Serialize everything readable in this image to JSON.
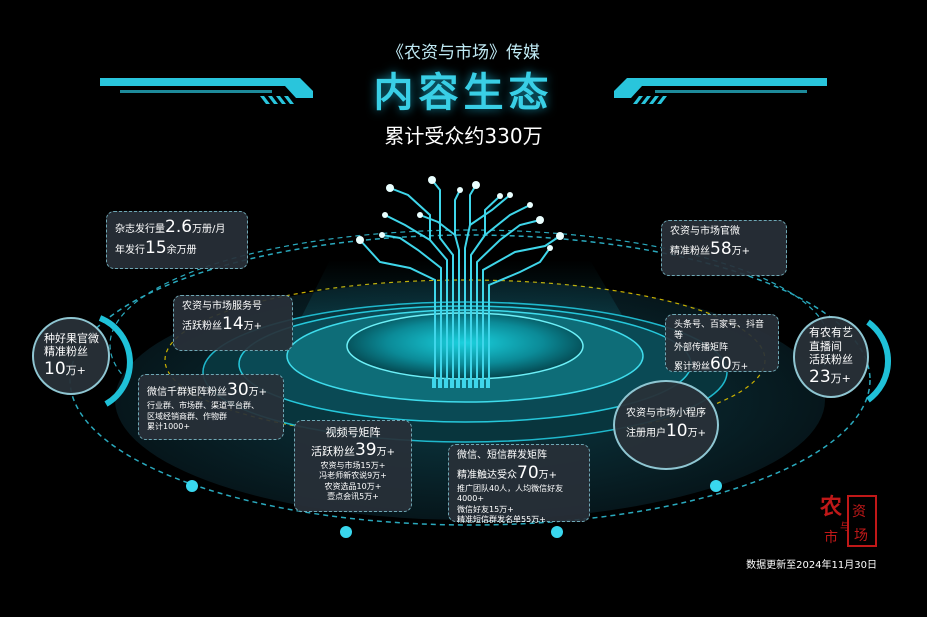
{
  "header": {
    "subtitle": "《农资与市场》传媒",
    "title": "内容生态",
    "audience": "累计受众约330万"
  },
  "nodes": {
    "magazine": {
      "line1_pre": "杂志发行量",
      "line1_num": "2.6",
      "line1_unit": "万册/月",
      "line2_pre": "年发行",
      "line2_num": "15",
      "line2_unit": "余万册"
    },
    "official_wechat": {
      "title": "农资与市场官微",
      "pre": "精准粉丝",
      "num": "58",
      "unit": "万+"
    },
    "service_account": {
      "title": "农资与市场服务号",
      "pre": "活跃粉丝",
      "num": "14",
      "unit": "万+"
    },
    "media_matrix": {
      "line1": "头条号、百家号、抖音等",
      "line2": "外部传播矩阵",
      "pre": "累计粉丝",
      "num": "60",
      "unit": "万+"
    },
    "fruit_wechat": {
      "line1": "种好果官微",
      "line2": "精准粉丝",
      "num": "10",
      "unit": "万+"
    },
    "live_room": {
      "line1": "有农有艺",
      "line2": "直播间",
      "line3": "活跃粉丝",
      "num": "23",
      "unit": "万+"
    },
    "wechat_groups": {
      "pre": "微信千群矩阵粉丝",
      "num": "30",
      "unit": "万+",
      "line2": "行业群、市场群、渠道平台群、",
      "line3": "区域经销商群、作物群",
      "line4": "累计1000+"
    },
    "video_matrix": {
      "title": "视频号矩阵",
      "pre": "活跃粉丝",
      "num": "39",
      "unit": "万+",
      "line1": "农资与市场15万+",
      "line2": "冯老师新农说9万+",
      "line3": "农资选品10万+",
      "line4": "壹点会讯5万+"
    },
    "sms_matrix": {
      "title": "微信、短信群发矩阵",
      "pre": "精准触达受众",
      "num": "70",
      "unit": "万+",
      "line1": "推广团队40人，人均微信好友4000+",
      "line2": "微信好友15万+",
      "line3": "精准短信群发名单55万+"
    },
    "mini_program": {
      "title": "农资与市场小程序",
      "pre": "注册用户",
      "num": "10",
      "unit": "万+"
    }
  },
  "seal": {
    "chars": [
      "农",
      "资",
      "与",
      "市",
      "场"
    ],
    "color": "#c01818"
  },
  "footer": {
    "update_note": "数据更新至2024年11月30日"
  },
  "colors": {
    "accent": "#39cfe6",
    "box_bg": "#283038",
    "ring_yellow": "#c8b000"
  }
}
